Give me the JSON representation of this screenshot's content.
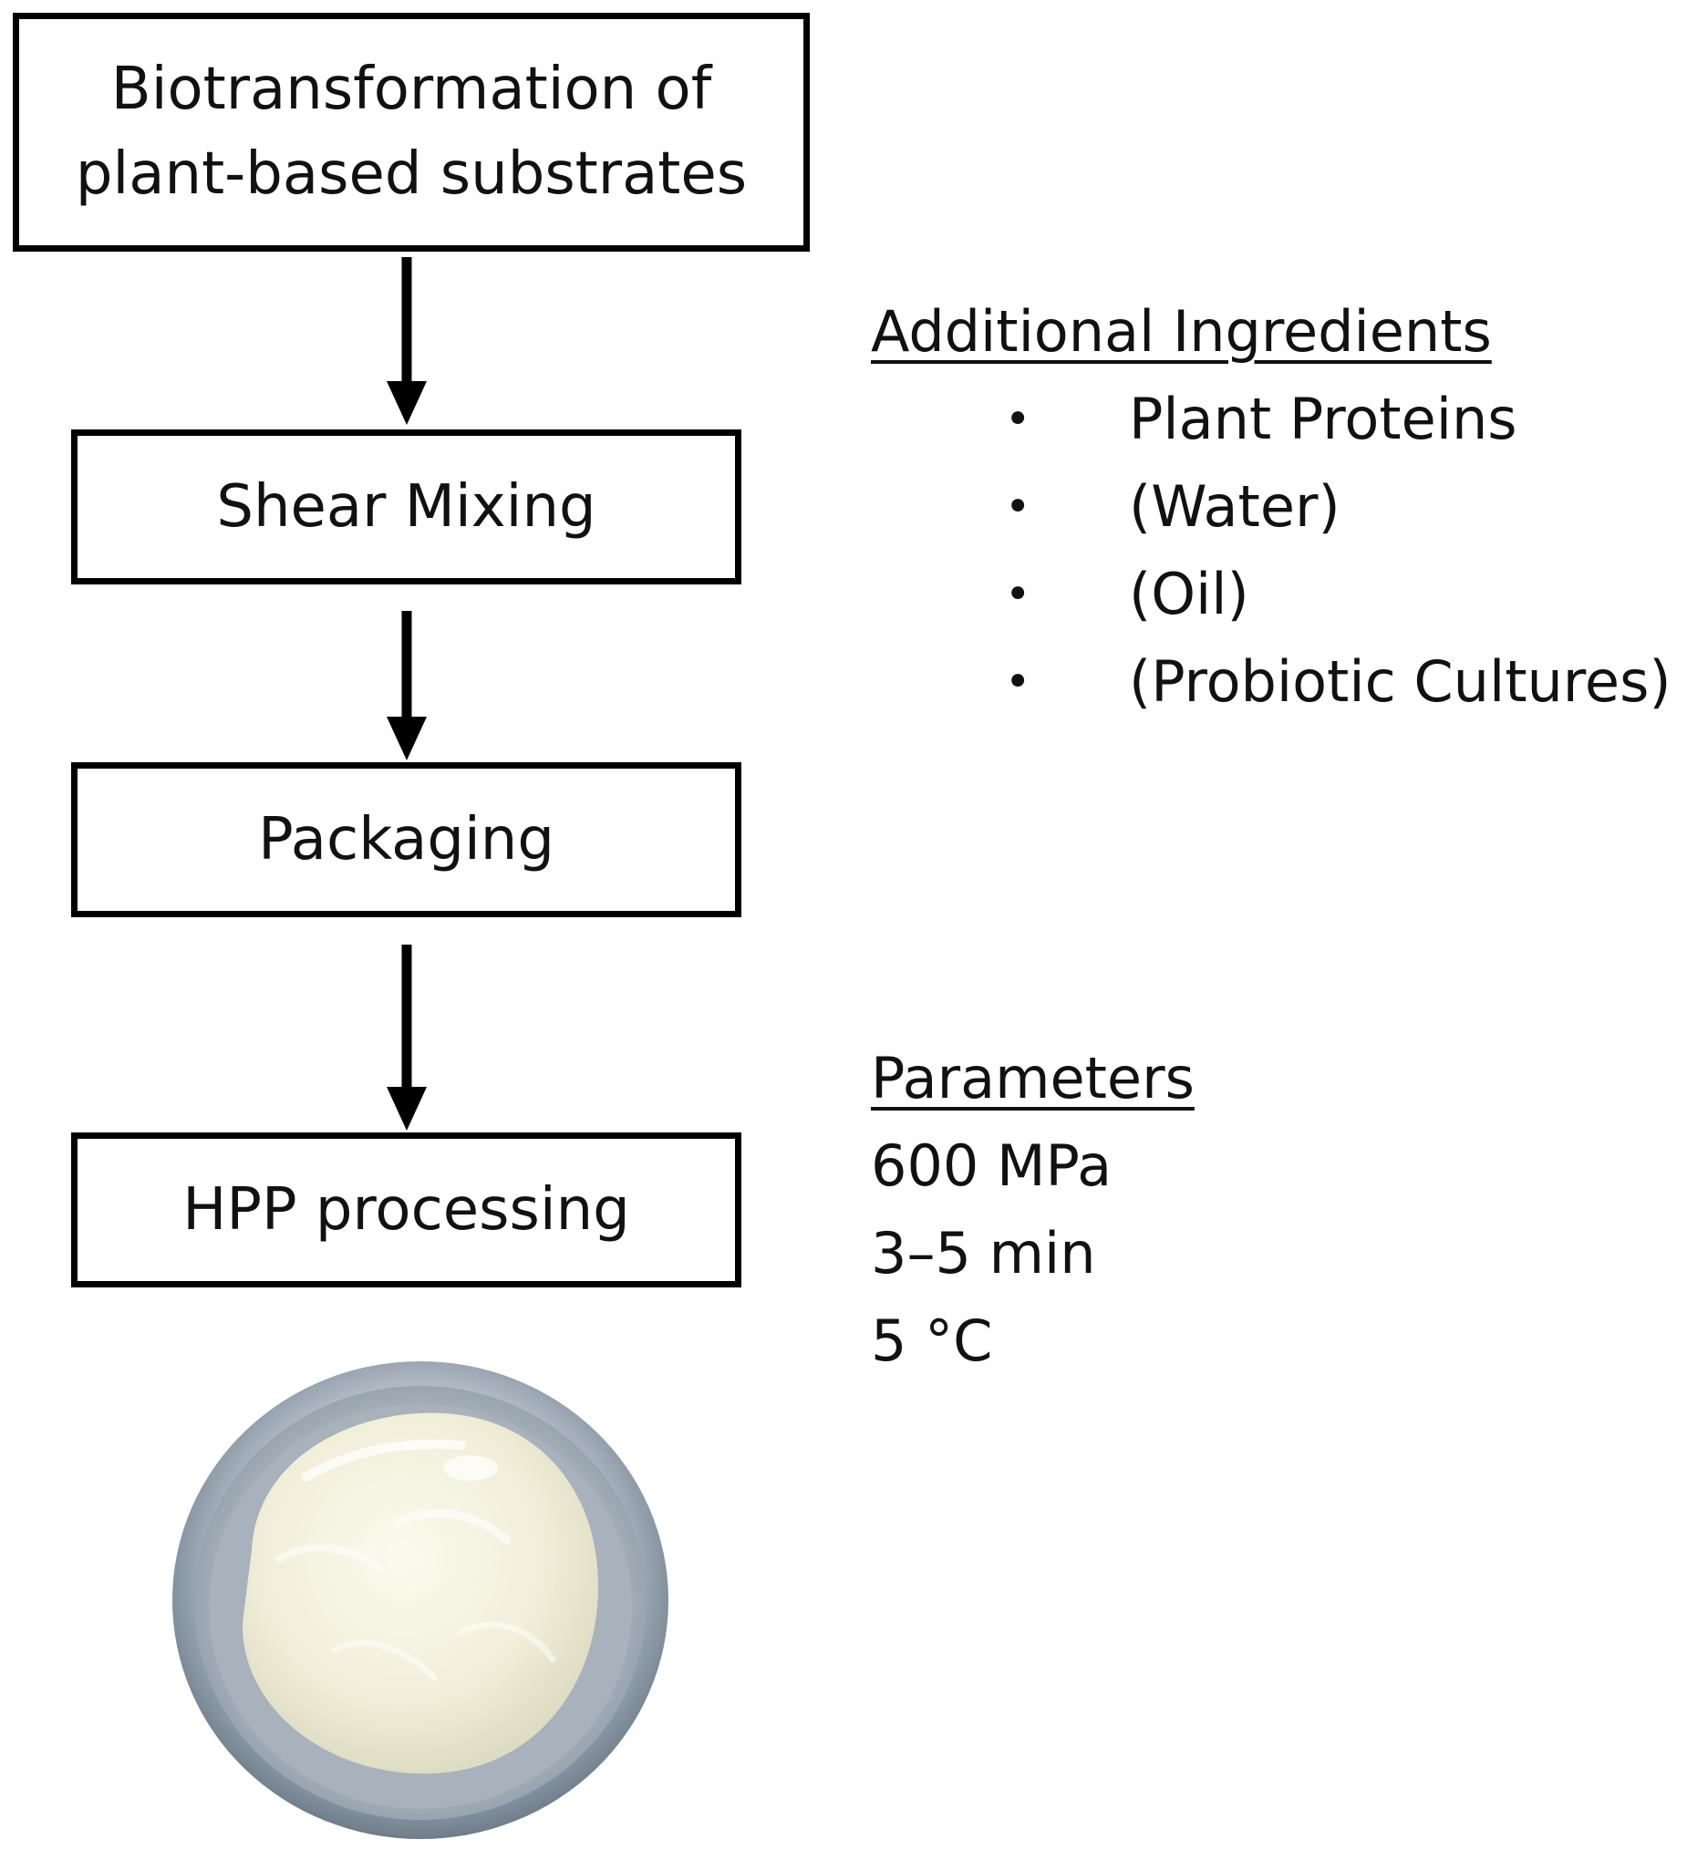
{
  "steps": [
    {
      "label_line1": "Biotransformation of",
      "label_line2": "plant-based substrates"
    },
    {
      "label": "Shear Mixing"
    },
    {
      "label": "Packaging"
    },
    {
      "label": "HPP processing"
    }
  ],
  "ingredients": {
    "heading": "Additional Ingredients",
    "items": [
      "Plant Proteins",
      "(Water)",
      "(Oil)",
      "(Probiotic Cultures)"
    ],
    "bullet": "•"
  },
  "parameters": {
    "heading": "Parameters",
    "values": [
      "600 MPa",
      "3–5 min",
      "5 °C"
    ]
  },
  "colors": {
    "box_border": "#000000",
    "arrow": "#000000",
    "container_rim": "#8c99a6",
    "product": "#f2f0dc"
  },
  "icons": {
    "arrow": "arrow-down-icon",
    "photo": "product-container-photo"
  }
}
